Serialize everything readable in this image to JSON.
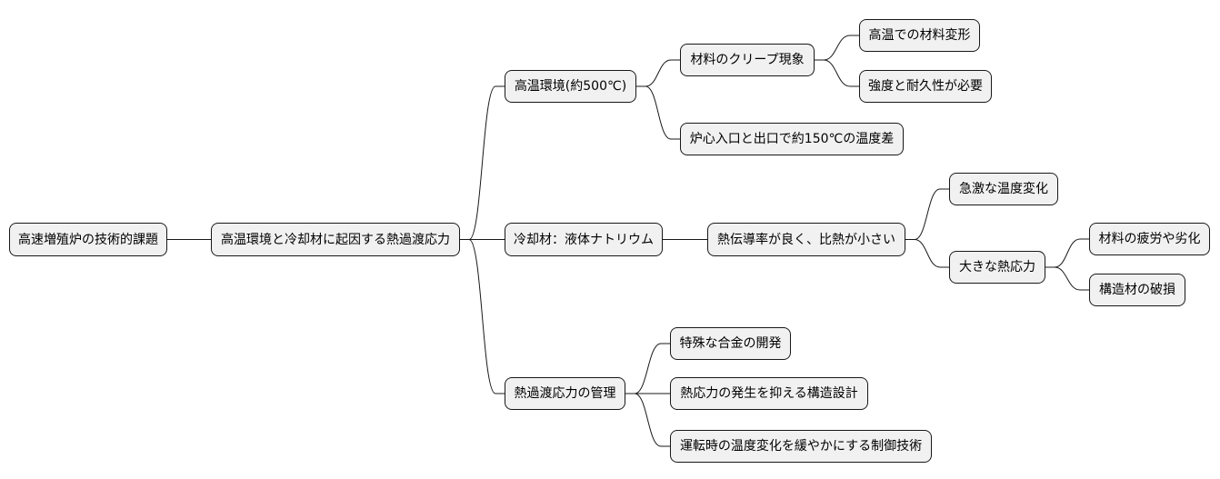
{
  "diagram": {
    "type": "mindmap",
    "root": "高速増殖炉の技術的課題",
    "topic": "高温環境と冷却材に起因する熱過渡応力",
    "branches": {
      "high_temp": {
        "label": "高温環境(約500℃)",
        "creep": {
          "label": "材料のクリープ現象",
          "deformation": "高温での材料変形",
          "strength": "強度と耐久性が必要"
        },
        "temp_diff": "炉心入口と出口で約150℃の温度差"
      },
      "coolant": {
        "label": "冷却材：液体ナトリウム",
        "property": {
          "label": "熱伝導率が良く、比熱が小さい",
          "rapid_change": "急激な温度変化",
          "large_stress": {
            "label": "大きな熱応力",
            "fatigue": "材料の疲労や劣化",
            "damage": "構造材の破損"
          }
        }
      },
      "management": {
        "label": "熱過渡応力の管理",
        "alloy": "特殊な合金の開発",
        "design": "熱応力の発生を抑える構造設計",
        "control": "運転時の温度変化を緩やかにする制御技術"
      }
    }
  }
}
